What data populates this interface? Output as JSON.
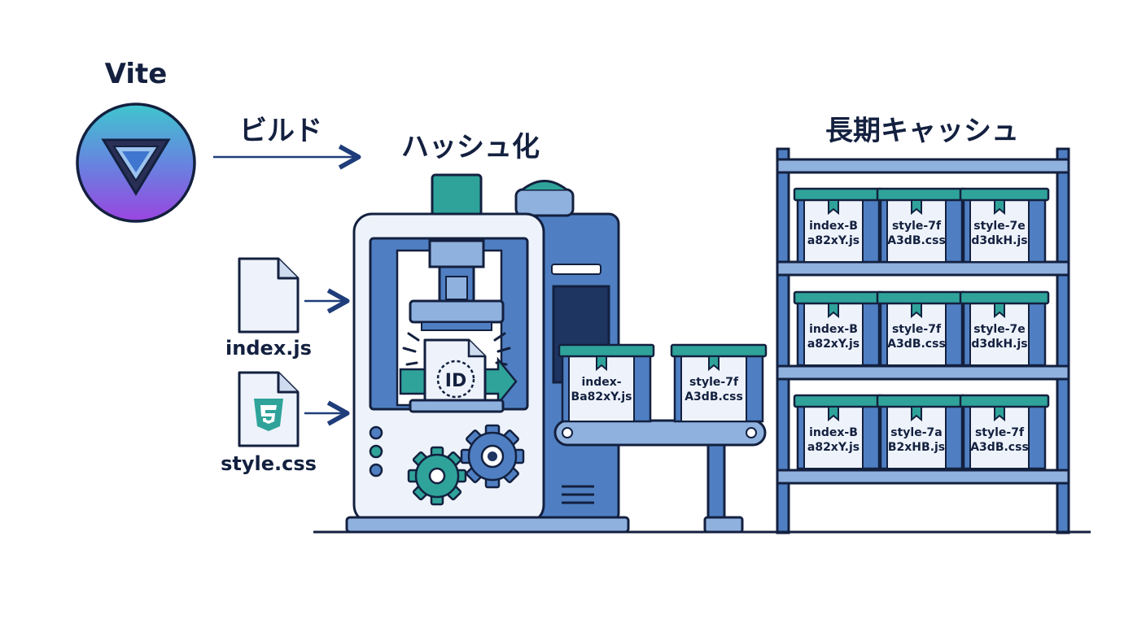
{
  "vite": {
    "title": "Vite"
  },
  "build": {
    "label": "ビルド"
  },
  "hash": {
    "title": "ハッシュ化",
    "id_badge": "ID"
  },
  "inputs": [
    {
      "name": "index.js",
      "icon": "file-icon"
    },
    {
      "name": "style.css",
      "icon": "css3-icon"
    }
  ],
  "conveyor": {
    "boxes": [
      [
        "index-",
        "Ba82xY.js"
      ],
      [
        "style-7f",
        "A3dB.css"
      ]
    ]
  },
  "cache": {
    "title": "長期キャッシュ",
    "shelves": [
      [
        [
          "index-B",
          "a82xY.js"
        ],
        [
          "style-7f",
          "A3dB.css"
        ],
        [
          "style-7e",
          "d3dkH.js"
        ]
      ],
      [
        [
          "index-B",
          "a82xY.js"
        ],
        [
          "style-7f",
          "A3dB.css"
        ],
        [
          "style-7e",
          "d3dkH.js"
        ]
      ],
      [
        [
          "index-B",
          "a82xY.js"
        ],
        [
          "style-7a",
          "B2xHB.js"
        ],
        [
          "style-7f",
          "A3dB.css"
        ]
      ]
    ]
  },
  "colors": {
    "navy": "#13203f",
    "blue": "#4f7fc2",
    "blue_light": "#8fb1de",
    "blue_pale": "#eef3fb",
    "teal": "#2fa39a",
    "teal_dark": "#1f7f86",
    "vite_purple": "#8b4bd8"
  }
}
